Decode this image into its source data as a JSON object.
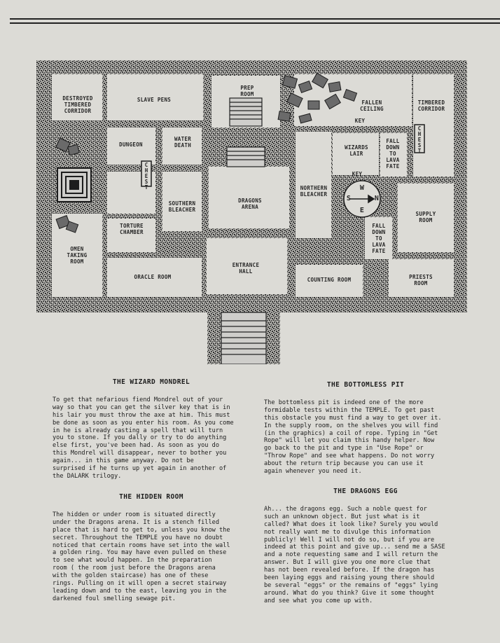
{
  "map": {
    "rooms": [
      {
        "id": "destroyed-timbered-corridor",
        "label": "DESTROYED\nTIMBERED\nCORRIDOR"
      },
      {
        "id": "slave-pens",
        "label": "SLAVE PENS"
      },
      {
        "id": "prep-room",
        "label": "PREP\nROOM"
      },
      {
        "id": "fallen-ceiling",
        "label": "FALLEN\nCEILING"
      },
      {
        "id": "timbered-corridor",
        "label": "TIMBERED\nCORRIDOR"
      },
      {
        "id": "dungeon",
        "label": "DUNGEON"
      },
      {
        "id": "water-death",
        "label": "WATER\nDEATH"
      },
      {
        "id": "wizards-lair",
        "label": "WIZARDS\nLAIR"
      },
      {
        "id": "fall-down-lava-1",
        "label": "FALL\nDOWN\nTO\nLAVA\nFATE"
      },
      {
        "id": "dragons-arena",
        "label": "DRAGONS\nARENA"
      },
      {
        "id": "northern-bleacher",
        "label": "NORTHERN\nBLEACHER"
      },
      {
        "id": "southern-bleacher",
        "label": "SOUTHERN\nBLEACHER"
      },
      {
        "id": "supply-room",
        "label": "SUPPLY\nROOM"
      },
      {
        "id": "torture-chamber",
        "label": "TORTURE\nCHAMBER"
      },
      {
        "id": "fall-down-lava-2",
        "label": "FALL\nDOWN\nTO\nLAVA\nFATE"
      },
      {
        "id": "omen-taking-room",
        "label": "OMEN\nTAKING\nROOM"
      },
      {
        "id": "entrance-hall",
        "label": "ENTRANCE\nHALL"
      },
      {
        "id": "oracle-room",
        "label": "ORACLE ROOM"
      },
      {
        "id": "counting-room",
        "label": "COUNTING ROOM"
      },
      {
        "id": "priests-room",
        "label": "PRIESTS\nROOM"
      }
    ],
    "chest_label": "CHEST",
    "key_label": "KEY",
    "compass": {
      "n": "N",
      "s": "S",
      "e": "E",
      "w": "W"
    }
  },
  "sections": {
    "wizard": {
      "title": "THE WIZARD MONDREL",
      "body": "To get that nefarious fiend Mondrel out of your\nway so that you can get the silver key that is in\nhis lair you must throw the axe at him. This must\nbe done as soon as you enter his room. As you come\nin he is already casting a spell that will turn\nyou to stone. If you dally or try to do anything\nelse first, you've been had. As soon as you do\nthis Mondrel will disappear, never to bother you\nagain... in this game anyway. Do not be\nsurprised if he turns up yet again in another of\nthe DALARK trilogy."
    },
    "hidden": {
      "title": "THE HIDDEN ROOM",
      "body": "The hidden or under room is situated directly\nunder the Dragons arena. It is a stench filled\nplace that is hard to get to, unless you know the\nsecret. Throughout the TEMPLE you have no doubt\nnoticed that certain rooms have set into the wall\na golden ring. You may have even pulled on these\nto see what would happen. In the preparation\nroom ( the room just before the Dragons arena\nwith the golden staircase) has one of these\nrings. Pulling on it will open a secret stairway\nleading down and to the east, leaving you in the\ndarkened foul smelling sewage pit."
    },
    "pit": {
      "title": "THE BOTTOMLESS PIT",
      "body": "The bottomless pit is indeed one of the more\nformidable tests within the TEMPLE. To get past\nthis obstacle you must find a way to get over it.\nIn the supply room, on the shelves you will find\n(in the graphics) a coil of rope. Typing in \"Get\nRope\" will let you claim this handy helper. Now\ngo back to the pit and type in \"Use Rope\" or\n\"Throw Rope\" and see what happens. Do not worry\nabout the return trip because you can use it\nagain whenever you need it."
    },
    "egg": {
      "title": "THE DRAGONS EGG",
      "body": "Ah... the dragons egg. Such a noble quest for\nsuch an unknown object. But just what is it\ncalled? What does it look like? Surely you would\nnot really want me to divulge this information\npublicly! Well I will not do so, but if you are\nindeed at this point and give up... send me a SASE\nand a note requesting same and I will return the\nanswer. But I will give you one more clue that\nhas not been revealed before. If the dragon has\nbeen laying eggs and raising young there should\nbe several \"eggs\" or the remains of \"eggs\" lying\naround. What do you think? Give it some thought\nand see what you come up with."
    }
  }
}
